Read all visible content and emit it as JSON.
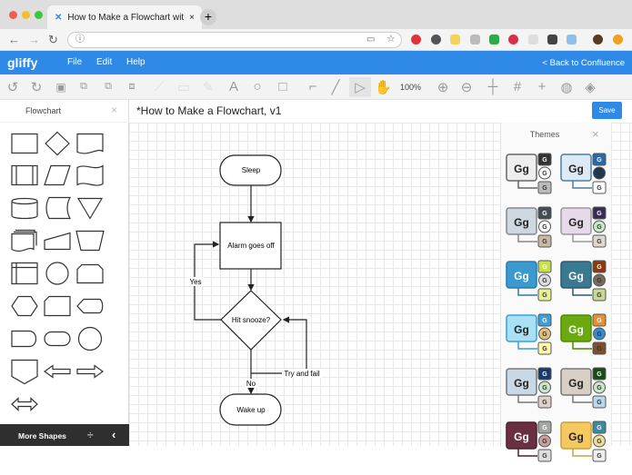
{
  "browser": {
    "tab_title": "How to Make a Flowchart with",
    "new_tab": "+",
    "close": "×",
    "url": ""
  },
  "app": {
    "logo": "gliffy",
    "menu": [
      "File",
      "Edit",
      "Help"
    ],
    "back": "< Back to Confluence"
  },
  "toolbar": {
    "zoom": "100%"
  },
  "doc": {
    "title": "*How to Make a Flowchart, v1",
    "save": "Save"
  },
  "sidebar": {
    "title": "Flowchart",
    "close": "×",
    "more_shapes": "More Shapes",
    "shapes": [
      "process",
      "decision",
      "document",
      "predefined-process",
      "data",
      "tape",
      "database",
      "stored-data",
      "merge",
      "multi-document",
      "manual-input",
      "manual-operation",
      "internal-storage",
      "connector",
      "delay",
      "preparation",
      "card",
      "display",
      "terminator-left",
      "terminator",
      "circle",
      "off-page",
      "arrow-left",
      "arrow-right",
      "arrow-both"
    ]
  },
  "flowchart": {
    "nodes": {
      "sleep": "Sleep",
      "alarm": "Alarm goes off",
      "snooze": "Hit snooze?",
      "wake": "Wake up"
    },
    "labels": {
      "yes": "Yes",
      "no": "No",
      "try": "Try and fail"
    }
  },
  "themes": {
    "title": "Themes",
    "close": "×",
    "glyph": "Gg",
    "mini": "G",
    "items": [
      {
        "bg": "#eeeeee",
        "bd": "#666666",
        "fg": "#222",
        "a": "#333333",
        "b": "#ffffff",
        "c": "#bbbbbb"
      },
      {
        "bg": "#dbeaf5",
        "bd": "#4a7fa5",
        "fg": "#222",
        "a": "#2a6aa5",
        "b": "#1d3a55",
        "c": "#ffffff"
      },
      {
        "bg": "#cdd8e0",
        "bd": "#888888",
        "fg": "#222",
        "a": "#444c55",
        "b": "#ffffff",
        "c": "#c8b8a5"
      },
      {
        "bg": "#e6d9ea",
        "bd": "#999999",
        "fg": "#222",
        "a": "#3a2a55",
        "b": "#c8e8c8",
        "c": "#e0d8d0"
      },
      {
        "bg": "#3a9ad0",
        "bd": "#2a7ab0",
        "fg": "#fff",
        "a": "#c8e050",
        "b": "#dddddd",
        "c": "#e8f090"
      },
      {
        "bg": "#3a7a90",
        "bd": "#2a5a70",
        "fg": "#fff",
        "a": "#8a3a10",
        "b": "#7a6a5a",
        "c": "#c8d890"
      },
      {
        "bg": "#a8e0f5",
        "bd": "#3aa0d8",
        "fg": "#222",
        "a": "#3aa0d8",
        "b": "#e0c080",
        "c": "#fff8b0"
      },
      {
        "bg": "#6aaa10",
        "bd": "#4a8a00",
        "fg": "#fff",
        "a": "#e89030",
        "b": "#3a8ad0",
        "c": "#7a5030"
      },
      {
        "bg": "#c8d8e5",
        "bd": "#777777",
        "fg": "#222",
        "a": "#1a3a6a",
        "b": "#c8e8c8",
        "c": "#e0d0c8"
      },
      {
        "bg": "#d8cfc5",
        "bd": "#777777",
        "fg": "#222",
        "a": "#1a4a1a",
        "b": "#c8e8c8",
        "c": "#b8d8f0"
      },
      {
        "bg": "#6a3040",
        "bd": "#4a2030",
        "fg": "#fff",
        "a": "#a0a8a0",
        "b": "#c8a0a0",
        "c": "#dddddd"
      },
      {
        "bg": "#f5c860",
        "bd": "#c8a040",
        "fg": "#222",
        "a": "#3a8aa0",
        "b": "#e8e0a0",
        "c": "#eeeeee"
      }
    ]
  },
  "colors": {
    "accent": "#2e8ae6"
  }
}
